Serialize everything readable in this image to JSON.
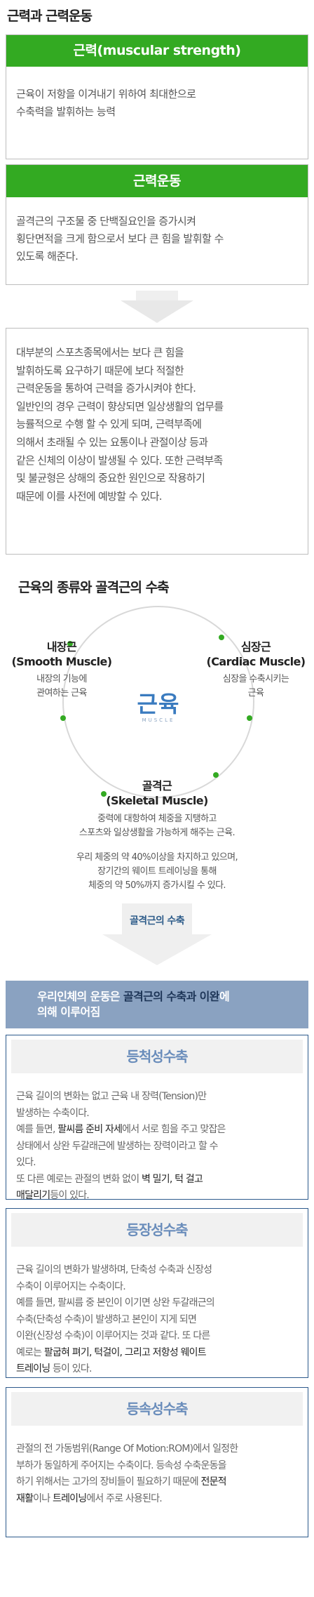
{
  "page_title": "근력과 근력운동",
  "strength_box": {
    "heading": "근력(muscular strength)",
    "text_line1": "근육이 저항을 이겨내기 위하여 최대한으로",
    "text_line2": "수축력을 발휘하는 능력"
  },
  "exercise_box": {
    "heading": "근력운동",
    "text_line1": "골격근의 구조물 중 단백질요인을 증가시켜",
    "text_line2": "횡단면적을 크게 함으로서 보다 큰 힘을 발휘할 수",
    "text_line3": "있도록 해준다."
  },
  "description": "대부분의 스포츠종목에서는 보다 큰 힘을\n발휘하도록 요구하기 때문에 보다 적절한\n근력운동을 통하여 근력을 증가시켜야 한다.\n일반인의 경우 근력이 향상되면 일상생활의 업무를\n능률적으로 수행 할 수 있게 되며, 근력부족에\n의해서 초래될 수 있는 요통이나 관절이상 등과\n같은 신체의 이상이 발생될 수 있다. 또한 근력부족\n및 불균형은 상해의 중요한 원인으로 작용하기\n때문에 이를 사전에 예방할 수 있다.",
  "section2_title": "근육의 종류와 골격근의 수축",
  "diagram": {
    "center_label": "근육",
    "center_sub": "MUSCLE",
    "smooth": {
      "title1": "내장근",
      "title2": "(Smooth Muscle)",
      "desc1": "내장의 기능에",
      "desc2": "관여하는 근육"
    },
    "cardiac": {
      "title1": "심장근",
      "title2": "(Cardiac Muscle)",
      "desc1": "심장을 수축시키는",
      "desc2": "근육"
    },
    "skeletal": {
      "title1": "골격근",
      "title2": "(Skeletal Muscle)",
      "desc1": "중력에 대항하여 체중을 지탱하고",
      "desc2": "스포츠와 일상생활을 가능하게 해주는 근육.",
      "desc3": "우리 체중의 약 40%이상을 차지하고 있으며,",
      "desc4": "장기간의 웨이트 트레이닝을 통해",
      "desc5": "체중의 약 50%까지 증가시킬 수 있다."
    },
    "colors": {
      "node": "#33aa22",
      "circle": "#d8d8d8",
      "logo": "#3a7bbf"
    }
  },
  "contraction_label": "골격근의 수축",
  "banner": {
    "part1": "우리인체의 운동은 ",
    "highlight": "골격근의 수축과 이완",
    "part2": "에",
    "line2": "의해 이루어짐"
  },
  "isometric": {
    "heading": "등척성수축",
    "l1": "근육 길이의 변화는 없고 근육 내 장력(Tension)만",
    "l2": "발생하는 수축이다.",
    "l3a": "예를 들면, ",
    "l3b": "팔씨름 준비 자세",
    "l3c": "에서 서로 힘을 주고 맞잡은",
    "l4": "상태에서 상완 두갈래근에 발생하는 장력이라고 할 수",
    "l5": "있다.",
    "l6a": "또 다른 예로는 관절의 변화 없이 ",
    "l6b": "벽 밀기, 턱 걸고",
    "l7a": "매달리기",
    "l7b": "등이 있다."
  },
  "isotonic": {
    "heading": "등장성수축",
    "l1": "근육 길이의 변화가 발생하며, 단축성 수축과 신장성",
    "l2": "수축이 이루어지는 수축이다.",
    "l3": "예를 들면, 팔씨름 중 본인이 이기면 상완 두갈래근의",
    "l4": "수축(단축성 수축)이 발생하고 본인이 지게 되면",
    "l5": "이완(신장성 수축)이 이루어지는 것과 같다. 또 다른",
    "l6a": "예로는 ",
    "l6b": "팔굽혀 펴기, 턱걸이, 그리고 저항성 웨이트",
    "l7a": "트레이닝",
    "l7b": " 등이 있다."
  },
  "isokinetic": {
    "heading": "등속성수축",
    "l1": "관절의 전 가동범위(Range Of Motion:ROM)에서 일정한",
    "l2": "부하가 동일하게 주어지는 수축이다. 등속성 수축운동을",
    "l3a": "하기 위해서는 고가의 장비들이 필요하기 때문에 ",
    "l3b": "전문적",
    "l4a": "재활",
    "l4b": "이나 ",
    "l4c": "트레이닝",
    "l4d": "에서 주로 사용된다."
  }
}
